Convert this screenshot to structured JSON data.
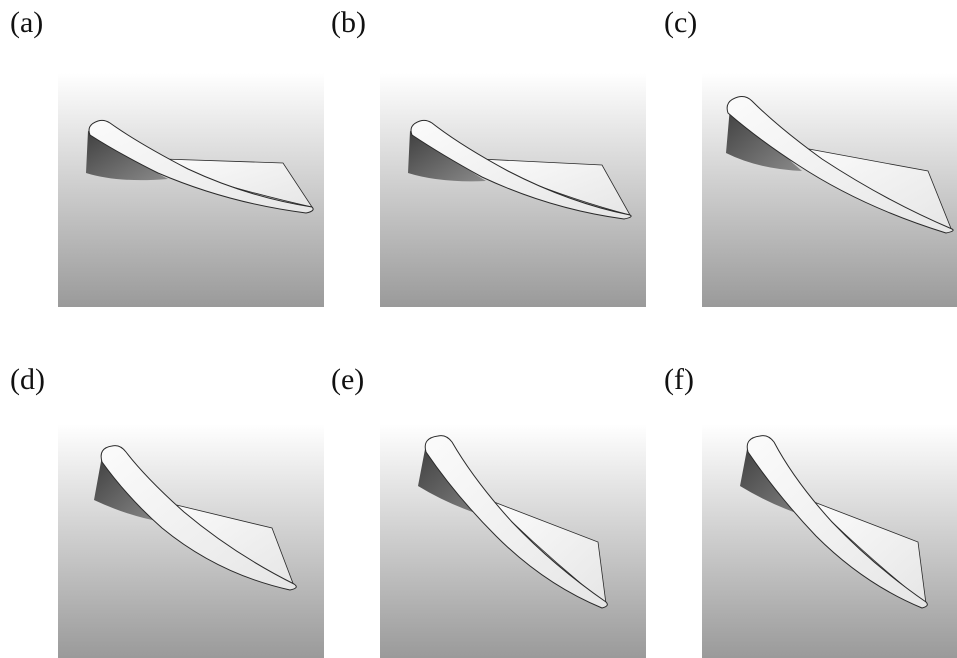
{
  "panels": [
    {
      "id": "a",
      "label": "(a)"
    },
    {
      "id": "b",
      "label": "(b)"
    },
    {
      "id": "c",
      "label": "(c)"
    },
    {
      "id": "d",
      "label": "(d)"
    },
    {
      "id": "e",
      "label": "(e)"
    },
    {
      "id": "f",
      "label": "(f)"
    }
  ],
  "colors": {
    "background_top": "#ffffff",
    "background_bottom": "#9a9a9a",
    "blade_face": "#f2f2f2",
    "blade_shadow": "#5a5a5a",
    "outline": "#2a2a2a"
  }
}
